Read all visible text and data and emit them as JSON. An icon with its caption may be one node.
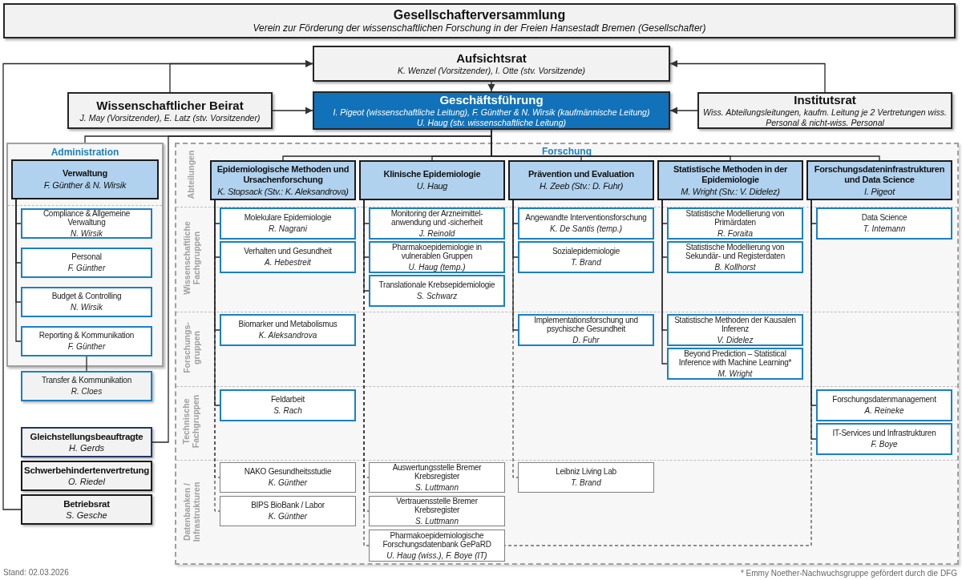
{
  "diagram": {
    "nodes": [
      {
        "text": [
          "Gesellschafterversammlung",
          "Verein zur Förderung der wissenschaftlichen Forschung in der Freien Hansestadt Bremen (Gesellschafter)"
        ]
      },
      {
        "text": [
          "Aufsichtsrat",
          "K. Wenzel (Vorsitzender), I. Otte (stv. Vorsitzende)"
        ]
      },
      {
        "text": [
          "Wissenschaftlicher Beirat",
          "J. May (Vorsitzender), E. Latz (stv. Vorsitzender)"
        ]
      },
      {
        "text": [
          "Geschäftsführung",
          "I. Pigeot (wissenschaftliche Leitung), F. Günther & N. Wirsik (kaufmännische Leitung)",
          "U. Haug (stv. wissenschaftliche Leitung)"
        ]
      },
      {
        "text": [
          "Institutsrat",
          "Wiss. Abteilungsleitungen, kaufm. Leitung je 2 Vertretungen wiss. Personal & nicht-wiss. Personal"
        ]
      },
      {
        "text": [
          "Administration"
        ]
      },
      {
        "text": [
          "Verwaltung",
          "F. Günther & N. Wirsik"
        ],
        "in": 5
      },
      {
        "text": [
          "Compliance & Allgemeine Verwaltung",
          "N. Wirsik"
        ],
        "in": 5
      },
      {
        "text": [
          "Personal",
          "F. Günther"
        ],
        "in": 5
      },
      {
        "text": [
          "Budget & Controlling",
          "N. Wirsik"
        ],
        "in": 5
      },
      {
        "text": [
          "Reporting & Kommunikation",
          "F. Günther"
        ],
        "in": 5
      },
      {
        "text": [
          "Transfer & Kommunikation",
          "R. Cloes"
        ]
      },
      {
        "text": [
          "Gleichstellungsbeauftragte",
          "H. Gerds"
        ]
      },
      {
        "text": [
          "Schwerbehindertenvertretung",
          "O. Riedel"
        ]
      },
      {
        "text": [
          "Betriebsrat",
          "S. Gesche"
        ]
      },
      {
        "text": [
          "Forschung"
        ]
      },
      {
        "text": [
          "Epidemiologische Methoden und Ursachenforschung",
          "K. Stopsack (Stv.: K. Aleksandrova)"
        ],
        "in": 15
      },
      {
        "text": [
          "Klinische Epidemiologie",
          "U. Haug"
        ],
        "in": 15
      },
      {
        "text": [
          "Prävention und Evaluation",
          "H. Zeeb (Stv.: D. Fuhr)"
        ],
        "in": 15
      },
      {
        "text": [
          "Statistische Methoden in der Epidemiologie",
          "M. Wright (Stv.: V. Didelez)"
        ],
        "in": 15
      },
      {
        "text": [
          "Forschungsdateninfrastrukturen und Data Science",
          "I. Pigeot"
        ],
        "in": 15
      },
      {
        "text": [
          "Molekulare Epidemiologie",
          "R. Nagrani"
        ],
        "in": 15
      },
      {
        "text": [
          "Verhalten und Gesundheit",
          "A. Hebestreit"
        ],
        "in": 15
      },
      {
        "text": [
          "Biomarker und Metabolismus",
          "K. Aleksandrova"
        ],
        "in": 15
      },
      {
        "text": [
          "Feldarbeit",
          "S. Rach"
        ],
        "in": 15
      },
      {
        "text": [
          "NAKO Gesundheitsstudie",
          "K. Günther"
        ],
        "in": 15
      },
      {
        "text": [
          "BIPS BioBank / Labor",
          "K. Günther"
        ],
        "in": 15
      },
      {
        "text": [
          "Monitoring der Arzneimittel- anwendung und -sicherheit",
          "J. Reinold"
        ],
        "in": 15
      },
      {
        "text": [
          "Pharmakoepidemiologie in vulnerablen Gruppen",
          "U. Haug (temp.)"
        ],
        "in": 15
      },
      {
        "text": [
          "Translationale Krebsepidemiologie",
          "S. Schwarz"
        ],
        "in": 15
      },
      {
        "text": [
          "Auswertungsstelle Bremer Krebsregister",
          "S. Luttmann"
        ],
        "in": 15
      },
      {
        "text": [
          "Vertrauensstelle Bremer Krebsregister",
          "S. Luttmann"
        ],
        "in": 15
      },
      {
        "text": [
          "Pharmakoepidemiologische Forschungsdatenbank GePaRD",
          "U. Haug (wiss.), F. Boye (IT)"
        ],
        "in": 15
      },
      {
        "text": [
          "Angewandte Interventionsforschung",
          "K. De Santis (temp.)"
        ],
        "in": 15
      },
      {
        "text": [
          "Sozialepidemiologie",
          "T. Brand"
        ],
        "in": 15
      },
      {
        "text": [
          "Implementationsforschung und psychische Gesundheit",
          "D. Fuhr"
        ],
        "in": 15
      },
      {
        "text": [
          "Leibniz Living Lab",
          "T. Brand"
        ],
        "in": 15
      },
      {
        "text": [
          "Statistische Modellierung von Primärdaten",
          "R. Foraita"
        ],
        "in": 15
      },
      {
        "text": [
          "Statistische Modellierung von Sekundär- und Registerdaten",
          "B. Kollhorst"
        ],
        "in": 15
      },
      {
        "text": [
          "Statistische Methoden der Kausalen Inferenz",
          "V. Didelez"
        ],
        "in": 15
      },
      {
        "text": [
          "Beyond Prediction – Statistical Inference with Machine Learning*",
          "M. Wright"
        ],
        "in": 15
      },
      {
        "text": [
          "Data Science",
          "T. Intemann"
        ],
        "in": 15
      },
      {
        "text": [
          "Forschungsdatenmanagement",
          "A. Reineke"
        ],
        "in": 15
      },
      {
        "text": [
          "IT-Services und Infrastrukturen",
          "F. Boye"
        ],
        "in": 15
      }
    ],
    "edges": [
      {
        "from": 2,
        "to": 1,
        "arrow": "to"
      },
      {
        "from": 4,
        "to": 1,
        "arrow": "to"
      },
      {
        "from": 14,
        "to": 1,
        "arrow": "to"
      },
      {
        "from": 1,
        "to": 3,
        "arrow": "to"
      },
      {
        "from": 2,
        "to": 3,
        "arrow": "to"
      },
      {
        "from": 4,
        "to": 3,
        "arrow": "to"
      },
      {
        "from": 3,
        "to": 5,
        "arrow": "none"
      },
      {
        "from": 3,
        "to": 16,
        "arrow": "none"
      },
      {
        "from": 3,
        "to": 17,
        "arrow": "none"
      },
      {
        "from": 3,
        "to": 18,
        "arrow": "none"
      },
      {
        "from": 3,
        "to": 19,
        "arrow": "none"
      },
      {
        "from": 3,
        "to": 20,
        "arrow": "none"
      },
      {
        "from": 12,
        "to": 3,
        "arrow": "none"
      },
      {
        "from": 6,
        "to": 7,
        "arrow": "none"
      },
      {
        "from": 6,
        "to": 8,
        "arrow": "none"
      },
      {
        "from": 6,
        "to": 9,
        "arrow": "none"
      },
      {
        "from": 6,
        "to": 10,
        "arrow": "none"
      },
      {
        "from": 10,
        "to": 11,
        "arrow": "none"
      },
      {
        "from": 16,
        "to": 21,
        "arrow": "none"
      },
      {
        "from": 16,
        "to": 22,
        "arrow": "none"
      },
      {
        "from": 16,
        "to": 23,
        "arrow": "none"
      },
      {
        "from": 16,
        "to": 24,
        "arrow": "none"
      },
      {
        "from": 16,
        "to": 25,
        "arrow": "none",
        "style": "dashed"
      },
      {
        "from": 16,
        "to": 26,
        "arrow": "none",
        "style": "dashed"
      },
      {
        "from": 17,
        "to": 27,
        "arrow": "none"
      },
      {
        "from": 17,
        "to": 28,
        "arrow": "none"
      },
      {
        "from": 17,
        "to": 29,
        "arrow": "none"
      },
      {
        "from": 17,
        "to": 30,
        "arrow": "none",
        "style": "dashed"
      },
      {
        "from": 17,
        "to": 31,
        "arrow": "none",
        "style": "dashed"
      },
      {
        "from": 17,
        "to": 32,
        "arrow": "none",
        "style": "dashed"
      },
      {
        "from": 18,
        "to": 33,
        "arrow": "none"
      },
      {
        "from": 18,
        "to": 34,
        "arrow": "none"
      },
      {
        "from": 18,
        "to": 35,
        "arrow": "none"
      },
      {
        "from": 18,
        "to": 36,
        "arrow": "none",
        "style": "dashed"
      },
      {
        "from": 19,
        "to": 37,
        "arrow": "none"
      },
      {
        "from": 19,
        "to": 38,
        "arrow": "none"
      },
      {
        "from": 19,
        "to": 39,
        "arrow": "none"
      },
      {
        "from": 19,
        "to": 40,
        "arrow": "none"
      },
      {
        "from": 20,
        "to": 41,
        "arrow": "none"
      },
      {
        "from": 20,
        "to": 42,
        "arrow": "none"
      },
      {
        "from": 20,
        "to": 43,
        "arrow": "none"
      },
      {
        "from": 20,
        "to": 32,
        "arrow": "none",
        "style": "dashed"
      }
    ],
    "labels": [
      "Abteilungen",
      "Wissenschaftliche Fachgruppen",
      "Forschungs- gruppen",
      "Technische Fachgruppen",
      "Datenbanken / Infrastrukturen",
      "Stand: 02.03.2026",
      "* Emmy Noether-Nachwuchsgruppe gefördert durch die DFG"
    ]
  }
}
